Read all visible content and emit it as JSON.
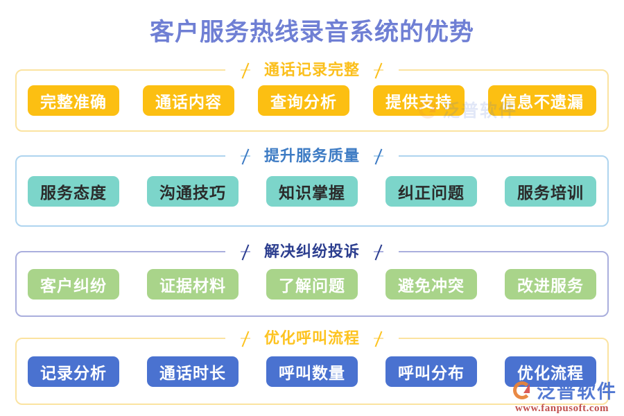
{
  "title": "客户服务热线录音系统的优势",
  "sections": [
    {
      "id": "section-1",
      "header": "通话记录完整",
      "accent": "#fbbf1b",
      "chip_color": "#fcbf12",
      "border_color": "#fbe3a0",
      "items": [
        "完整准确",
        "通话内容",
        "查询分析",
        "提供支持",
        "信息不遗漏"
      ]
    },
    {
      "id": "section-2",
      "header": "提升服务质量",
      "accent": "#3d7bc4",
      "chip_color": "#7cd5ca",
      "border_color": "#aed4ef",
      "items": [
        "服务态度",
        "沟通技巧",
        "知识掌握",
        "纠正问题",
        "服务培训"
      ]
    },
    {
      "id": "section-3",
      "header": "解决纠纷投诉",
      "accent": "#2c3e8f",
      "chip_color": "#a9d48a",
      "border_color": "#a9aedd",
      "items": [
        "客户纠纷",
        "证据材料",
        "了解问题",
        "避免冲突",
        "改进服务"
      ]
    },
    {
      "id": "section-4",
      "header": "优化呼叫流程",
      "accent": "#fdc320",
      "chip_color": "#4a72d0",
      "border_color": "#fbe3a0",
      "items": [
        "记录分析",
        "通话时长",
        "呼叫数量",
        "呼叫分布",
        "优化流程"
      ]
    }
  ],
  "watermark": {
    "brand": "泛普软件",
    "url": "www.fanpusoft.com"
  },
  "colors": {
    "title": "#6f7fd4",
    "background": "#ffffff"
  }
}
